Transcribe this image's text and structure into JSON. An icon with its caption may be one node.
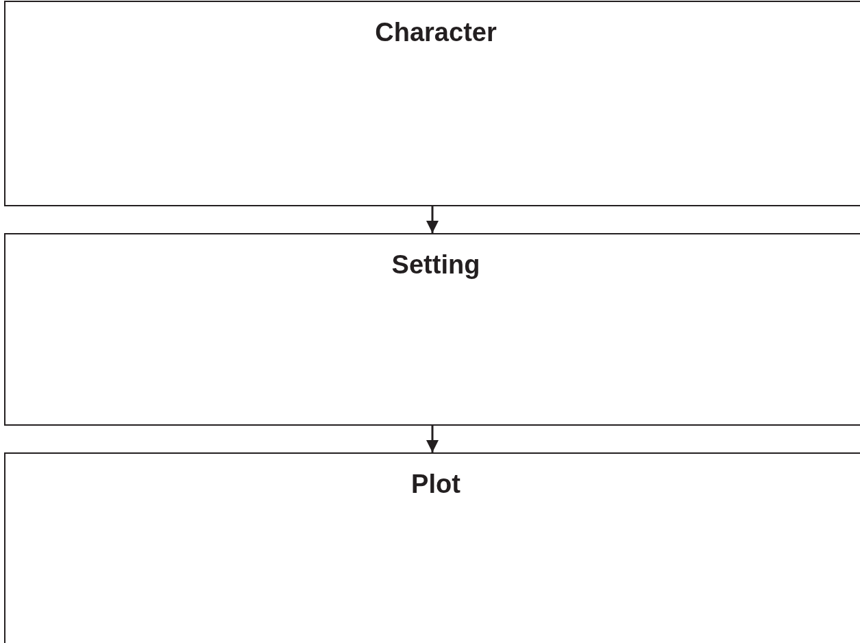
{
  "diagram": {
    "nodes": [
      {
        "text": [
          "Character"
        ]
      },
      {
        "text": [
          "Setting"
        ]
      },
      {
        "text": [
          "Plot"
        ]
      }
    ],
    "edges": [
      {
        "from": 0,
        "to": 1,
        "arrow": "to"
      },
      {
        "from": 1,
        "to": 2,
        "arrow": "to"
      }
    ]
  }
}
